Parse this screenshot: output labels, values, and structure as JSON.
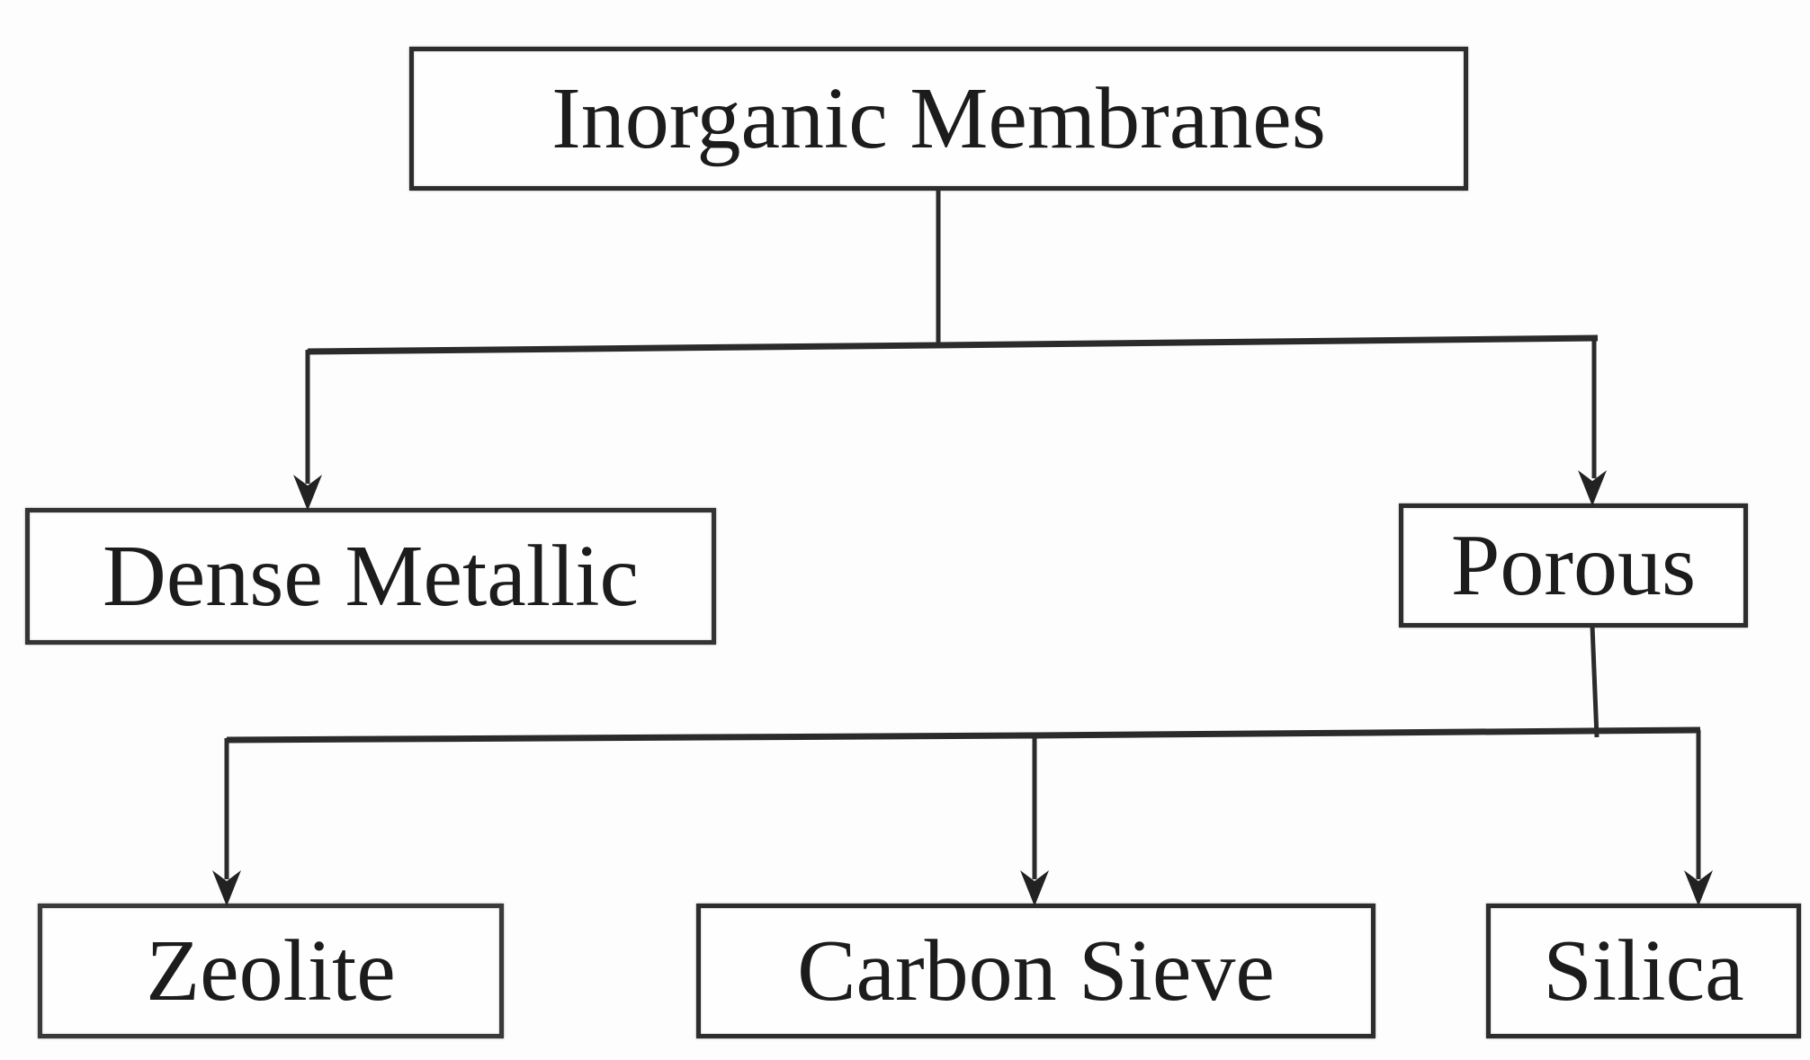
{
  "diagram": {
    "type": "flowchart-tree",
    "background_color": "#fdfdfd",
    "line_color": "#2b2b2b",
    "box_border_color": "#2d2d2d",
    "text_color": "#1c1c1c",
    "nodes": {
      "root": {
        "label": "Inorganic Membranes"
      },
      "dense_metallic": {
        "label": "Dense Metallic"
      },
      "porous": {
        "label": "Porous"
      },
      "zeolite": {
        "label": "Zeolite"
      },
      "carbon_sieve": {
        "label": "Carbon Sieve"
      },
      "silica": {
        "label": "Silica"
      }
    },
    "edges": [
      {
        "from": "Inorganic Membranes",
        "to": "Dense Metallic"
      },
      {
        "from": "Inorganic Membranes",
        "to": "Porous"
      },
      {
        "from": "Porous",
        "to": "Zeolite"
      },
      {
        "from": "Porous",
        "to": "Carbon Sieve"
      },
      {
        "from": "Porous",
        "to": "Silica"
      }
    ]
  }
}
